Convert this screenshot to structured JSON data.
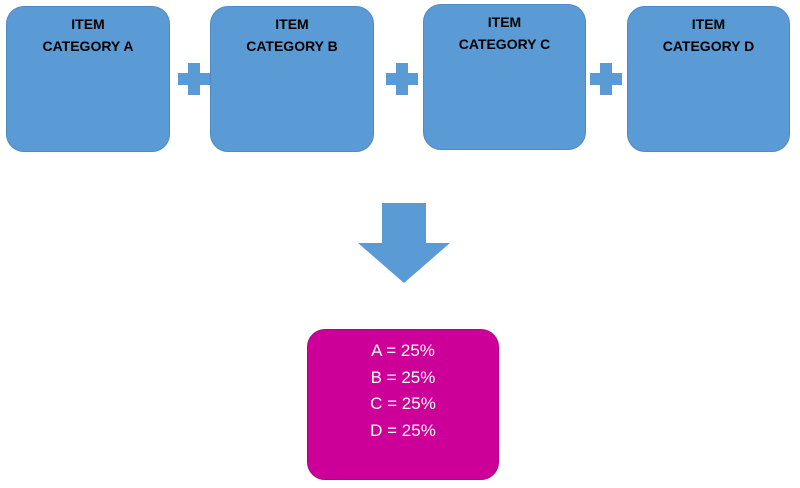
{
  "colors": {
    "box_fill": "#5b9bd5",
    "result_fill": "#cc0099",
    "result_text": "#ffffff"
  },
  "categories": [
    {
      "line1": "ITEM",
      "line2": "CATEGORY A"
    },
    {
      "line1": "ITEM",
      "line2": "CATEGORY B"
    },
    {
      "line1": "ITEM",
      "line2": "CATEGORY C"
    },
    {
      "line1": "ITEM",
      "line2": "CATEGORY D"
    }
  ],
  "result": {
    "lines": [
      "A = 25%",
      "B = 25%",
      "C = 25%",
      "D = 25%"
    ]
  }
}
